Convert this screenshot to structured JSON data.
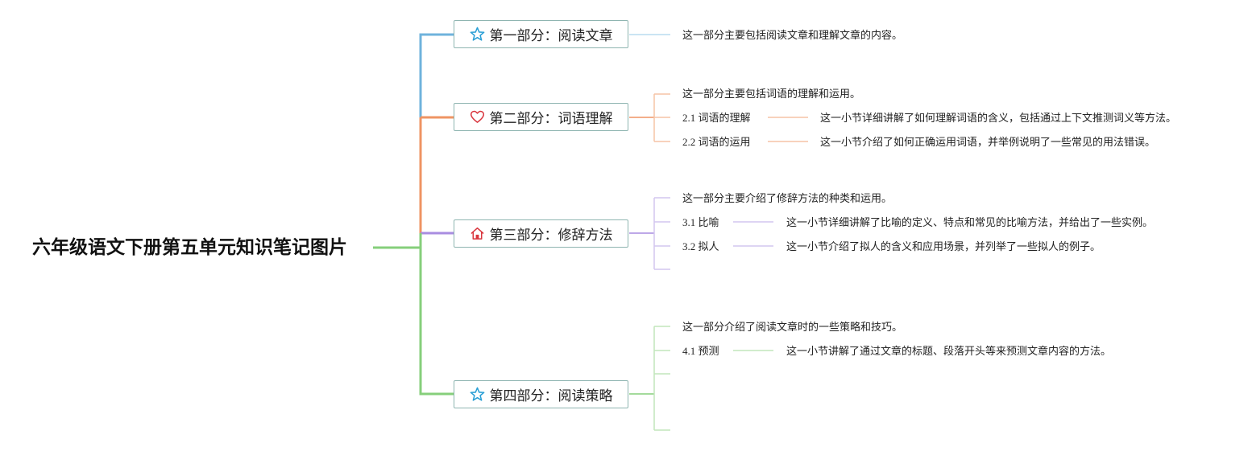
{
  "root": {
    "title": "六年级语文下册第五单元知识笔记图片"
  },
  "colors": {
    "p1": "#6fb3dc",
    "p2": "#ef9463",
    "p3": "#a98ce0",
    "p4": "#86cf7b",
    "box_border": "#8fb5b1"
  },
  "parts": [
    {
      "title": "第一部分：阅读文章",
      "icon": "star-icon",
      "summary": "这一部分主要包括阅读文章和理解文章的内容。",
      "sections": []
    },
    {
      "title": "第二部分：词语理解",
      "icon": "heart-icon",
      "summary": "这一部分主要包括词语的理解和运用。",
      "sections": [
        {
          "label": "2.1 词语的理解",
          "desc": "这一小节详细讲解了如何理解词语的含义，包括通过上下文推测词义等方法。"
        },
        {
          "label": "2.2 词语的运用",
          "desc": "这一小节介绍了如何正确运用词语，并举例说明了一些常见的用法错误。"
        }
      ]
    },
    {
      "title": "第三部分：修辞方法",
      "icon": "home-icon",
      "summary": "这一部分主要介绍了修辞方法的种类和运用。",
      "sections": [
        {
          "label": "3.1 比喻",
          "desc": "这一小节详细讲解了比喻的定义、特点和常见的比喻方法，并给出了一些实例。"
        },
        {
          "label": "3.2 拟人",
          "desc": "这一小节介绍了拟人的含义和应用场景，并列举了一些拟人的例子。"
        }
      ]
    },
    {
      "title": "第四部分：阅读策略",
      "icon": "star-icon",
      "summary": "这一部分介绍了阅读文章时的一些策略和技巧。",
      "sections": [
        {
          "label": "4.1 预测",
          "desc": "这一小节讲解了通过文章的标题、段落开头等来预测文章内容的方法。"
        }
      ]
    }
  ]
}
